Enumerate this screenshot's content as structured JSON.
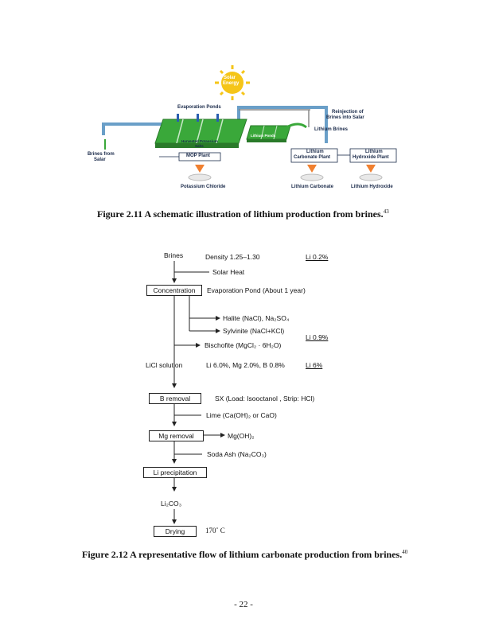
{
  "figure1": {
    "sun_line1": "Solar",
    "sun_line2": "Energy",
    "evaporation_ponds": "Evaporation Ponds",
    "reinjection_line1": "Reinjection of",
    "reinjection_line2": "Brines into Salar",
    "lithium_brines": "Lithium Brines",
    "lithium_ponds": "Lithium Ponds",
    "harvested_line1": "Harvested Potassium",
    "harvested_line2": "Salts",
    "mop_plant": "MOP Plant",
    "brines_from_line1": "Brines from",
    "brines_from_line2": "Salar",
    "lithium_carbonate_plant_line1": "Lithium",
    "lithium_carbonate_plant_line2": "Carbonate Plant",
    "lithium_hydroxide_plant_line1": "Lithium",
    "lithium_hydroxide_plant_line2": "Hydroxide Plant",
    "potassium_chloride": "Potassium Chloride",
    "lithium_carbonate": "Lithium Carbonate",
    "lithium_hydroxide": "Lithium Hydroxide",
    "caption": "Figure 2.11 A schematic illustration of lithium production from brines.",
    "caption_ref": "43",
    "colors": {
      "sun": "#f5c518",
      "pond": "#3aa83a",
      "arrow_orange": "#f08030",
      "pipe": "#6a9fc8",
      "label": "#1a2a4a"
    }
  },
  "figure2": {
    "brines": "Brines",
    "density": "Density 1.25–1.30",
    "li_02": "Li 0.2%",
    "solar_heat": "Solar Heat",
    "concentration": "Concentration",
    "evaporation_pond": "Evaporation Pond (About 1 year)",
    "halite": "Halite (NaCl), Na₂SO₄",
    "sylvinite": "Sylvinite (NaCl+KCl)",
    "li_09": "Li 0.9%",
    "bischofite": "Bischofite (MgCl₂ · 6H₂O)",
    "licl_solution": "LiCl solution",
    "composition": "Li 6.0%, Mg 2.0%, B 0.8%",
    "li_6": "Li 6%",
    "b_removal": "B removal",
    "sx": "SX (Load: Isooctanol , Strip: HCl)",
    "lime": "Lime (Ca(OH)₂ or CaO)",
    "mg_removal": "Mg removal",
    "mgoh2": "Mg(OH)₂",
    "soda_ash": "Soda Ash (Na₂CO₃)",
    "li_precipitation": "Li precipitation",
    "li2co3": "Li₂CO₃",
    "drying": "Drying",
    "temperature": "170˚ C",
    "caption": "Figure 2.12 A representative flow of lithium carbonate production from brines.",
    "caption_ref": "40"
  },
  "page_number": "- 22 -"
}
